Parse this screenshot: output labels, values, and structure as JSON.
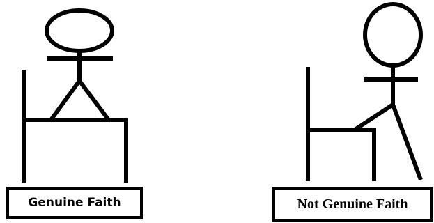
{
  "figures": [
    {
      "caption": "Genuine Faith",
      "posture": "seated with full weight on chair"
    },
    {
      "caption": "Not Genuine Faith",
      "posture": "standing with one leg on chair"
    }
  ],
  "colors": {
    "stroke": "#000000",
    "background": "#ffffff"
  }
}
